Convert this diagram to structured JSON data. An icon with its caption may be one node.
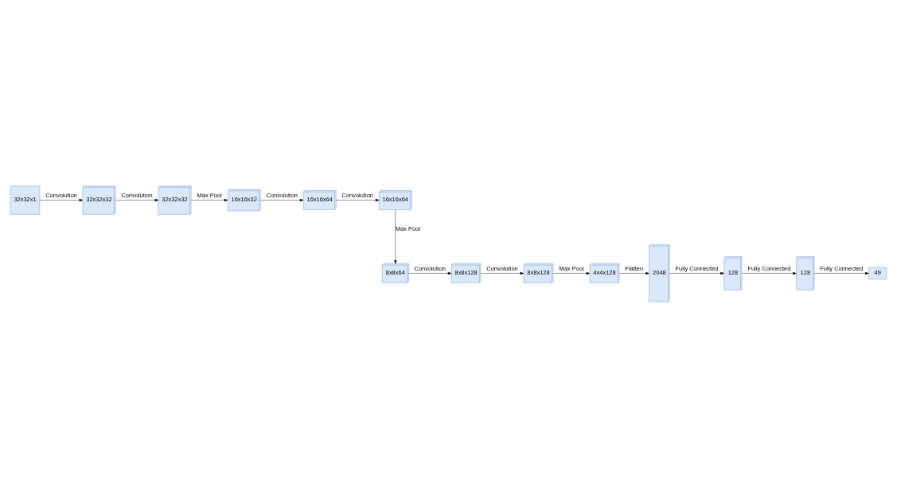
{
  "diagram": {
    "nodes": [
      {
        "text": [
          "32x32x1"
        ]
      },
      {
        "text": [
          "32x32x32"
        ]
      },
      {
        "text": [
          "32x32x32"
        ]
      },
      {
        "text": [
          "16x16x32"
        ]
      },
      {
        "text": [
          "16x16x64"
        ]
      },
      {
        "text": [
          "16x16x64"
        ]
      },
      {
        "text": [
          "8x8x64"
        ]
      },
      {
        "text": [
          "8x8x128"
        ]
      },
      {
        "text": [
          "8x8x128"
        ]
      },
      {
        "text": [
          "4x4x128"
        ]
      },
      {
        "text": [
          "2048"
        ]
      },
      {
        "text": [
          "128"
        ]
      },
      {
        "text": [
          "128"
        ]
      },
      {
        "text": [
          "49"
        ]
      }
    ],
    "edges": [
      {
        "from": 0,
        "to": 1,
        "arrow": "to",
        "label": "Convolution"
      },
      {
        "from": 1,
        "to": 2,
        "arrow": "to",
        "label": "Convolution"
      },
      {
        "from": 2,
        "to": 3,
        "arrow": "to",
        "label": "Max Pool"
      },
      {
        "from": 3,
        "to": 4,
        "arrow": "to",
        "label": "Convolution"
      },
      {
        "from": 4,
        "to": 5,
        "arrow": "to",
        "label": "Convolution"
      },
      {
        "from": 5,
        "to": 6,
        "arrow": "to",
        "label": "Max Pool"
      },
      {
        "from": 6,
        "to": 7,
        "arrow": "to",
        "label": "Convolution"
      },
      {
        "from": 7,
        "to": 8,
        "arrow": "to",
        "label": "Convolution"
      },
      {
        "from": 8,
        "to": 9,
        "arrow": "to",
        "label": "Max Pool"
      },
      {
        "from": 9,
        "to": 10,
        "arrow": "to",
        "label": "Flatten"
      },
      {
        "from": 10,
        "to": 11,
        "arrow": "to",
        "label": "Fully Connected"
      },
      {
        "from": 11,
        "to": 12,
        "arrow": "to",
        "label": "Fully Connected"
      },
      {
        "from": 12,
        "to": 13,
        "arrow": "to",
        "label": "Fully Connected"
      }
    ]
  }
}
